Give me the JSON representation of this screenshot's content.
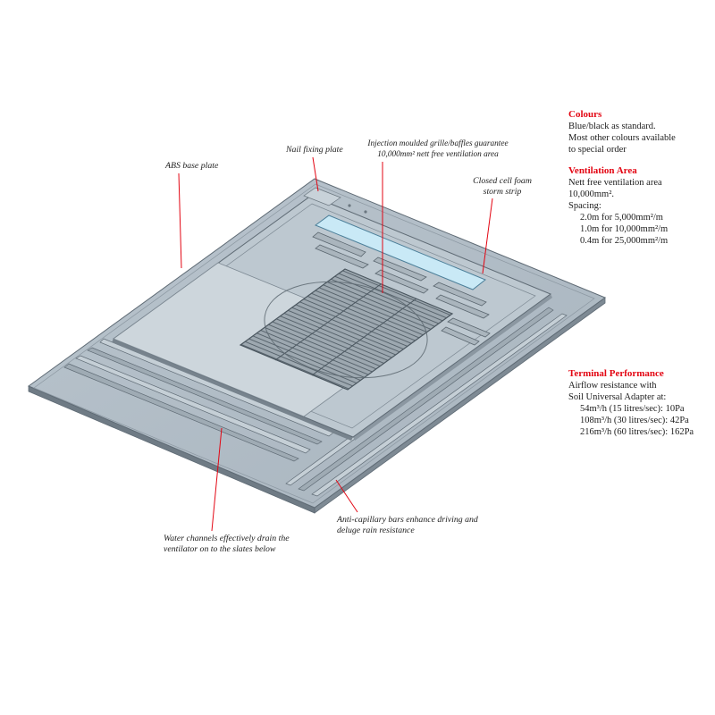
{
  "colors": {
    "accent_red": "#e30613",
    "plate_fill_light": "#bac5ce",
    "plate_fill_dark": "#a8b4be",
    "ventilator_fill": "#bdc8d0",
    "panel_fill": "#cdd6dc",
    "grille_fill": "#9da8b0",
    "storm_strip_fill": "#c9e9f6",
    "outline": "#5f6b75"
  },
  "diagram": {
    "callouts": {
      "abs_base_plate": "ABS base plate",
      "nail_fixing_plate": "Nail fixing plate",
      "grille_line1": "Injection moulded grille/baffles guarantee",
      "grille_line2": "10,000mm² nett free ventilation area",
      "storm_strip_line1": "Closed cell foam",
      "storm_strip_line2": "storm strip",
      "water_channels_line1": "Water channels effectively drain the",
      "water_channels_line2": "ventilator on to the slates below",
      "anti_capillary_line1": "Anti-capillary bars enhance driving and",
      "anti_capillary_line2": "deluge rain resistance"
    }
  },
  "specs": {
    "colours": {
      "heading": "Colours",
      "line1": "Blue/black as standard.",
      "line2": "Most other colours available",
      "line3": "to special order"
    },
    "ventilation_area": {
      "heading": "Ventilation Area",
      "line1": "Nett free ventilation area",
      "line2": "10,000mm².",
      "spacing_label": "Spacing:",
      "spacing_1": "2.0m for 5,000mm²/m",
      "spacing_2": "1.0m for 10,000mm²/m",
      "spacing_3": "0.4m for 25,000mm²/m"
    },
    "terminal_performance": {
      "heading": "Terminal Performance",
      "line1": "Airflow resistance with",
      "line2": "Soil Universal Adapter at:",
      "value_1": "54m³/h (15 litres/sec): 10Pa",
      "value_2": "108m³/h (30 litres/sec): 42Pa",
      "value_3": "216m³/h (60 litres/sec): 162Pa"
    }
  }
}
